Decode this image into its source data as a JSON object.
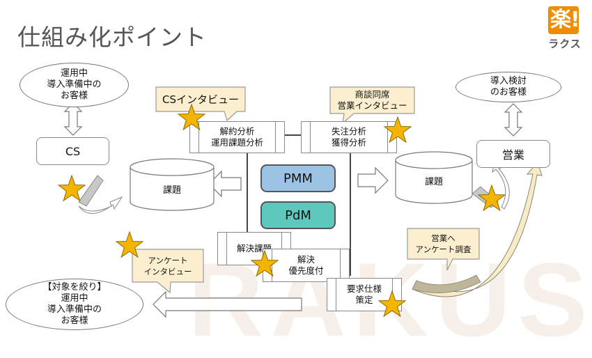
{
  "page": {
    "title": "仕組み化ポイント",
    "logo": {
      "kanji": "楽",
      "mark": "!",
      "text": "ラクス"
    },
    "watermark": "RAKUS"
  },
  "colors": {
    "star": "#f5b400",
    "callout_fill": "#fcefd0",
    "pmm_fill": "#9cc3e5",
    "pdm_fill": "#5ec8be",
    "logo_orange": "#f08c00",
    "title_gray": "#555555"
  },
  "customers": {
    "cs_customers": "運用中\n導入準備中の\nお客様",
    "sales_customers": "導入検討\nのお客様",
    "targeted_customers": "【対象を絞り】\n運用中\n導入準備中の\nお客様"
  },
  "teams": {
    "cs": "CS",
    "sales": "営業",
    "pmm": "PMM",
    "pdm": "PdM"
  },
  "processes": {
    "churn_analysis": "解約分析\n運用課題分析",
    "lost_deal_analysis": "失注分析\n獲得分析",
    "solve_issues": "解決課題",
    "prioritize": "解決\n優先度付",
    "requirements": "要求仕様\n策定"
  },
  "databases": {
    "left_issues": "課題",
    "right_issues": "課題"
  },
  "callouts": {
    "cs_interview": "CSインタビュー",
    "sales_interview": "商談同席\n営業インタビュー",
    "survey_interview": "アンケート\nインタビュー",
    "sales_survey": "営業へ\nアンケート調査"
  },
  "icons": [
    "star-icon",
    "double-arrow-icon",
    "block-arrow-icon",
    "curved-arrow-icon"
  ]
}
